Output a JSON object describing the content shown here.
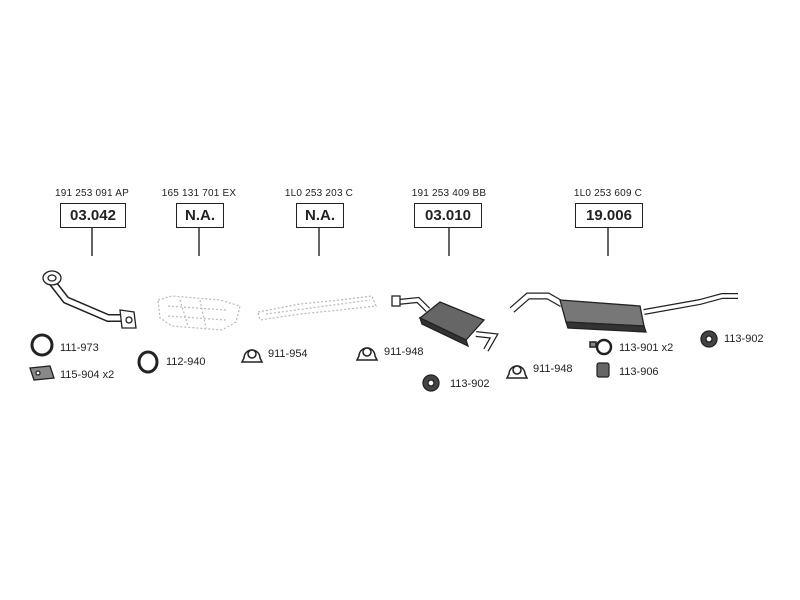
{
  "assemblies": [
    {
      "oem": "191 253 091 AP",
      "code": "03.042"
    },
    {
      "oem": "165 131 701 EX",
      "code": "N.A."
    },
    {
      "oem": "1L0 253 203 C",
      "code": "N.A."
    },
    {
      "oem": "191 253 409 BB",
      "code": "03.010"
    },
    {
      "oem": "1L0 253 609 C",
      "code": "19.006"
    }
  ],
  "parts": [
    {
      "label": "111-973",
      "icon": "gasket-ring-icon"
    },
    {
      "label": "115-904 x2",
      "icon": "bracket-icon"
    },
    {
      "label": "112-940",
      "icon": "gasket-ring-icon"
    },
    {
      "label": "911-954",
      "icon": "pipe-clamp-icon"
    },
    {
      "label": "911-948",
      "icon": "pipe-clamp-icon"
    },
    {
      "label": "113-902",
      "icon": "rubber-mount-icon"
    },
    {
      "label": "911-948",
      "icon": "pipe-clamp-icon"
    },
    {
      "label": "113-901 x2",
      "icon": "hanger-ring-icon"
    },
    {
      "label": "113-906",
      "icon": "rubber-block-icon"
    },
    {
      "label": "113-902",
      "icon": "rubber-mount-icon"
    }
  ]
}
